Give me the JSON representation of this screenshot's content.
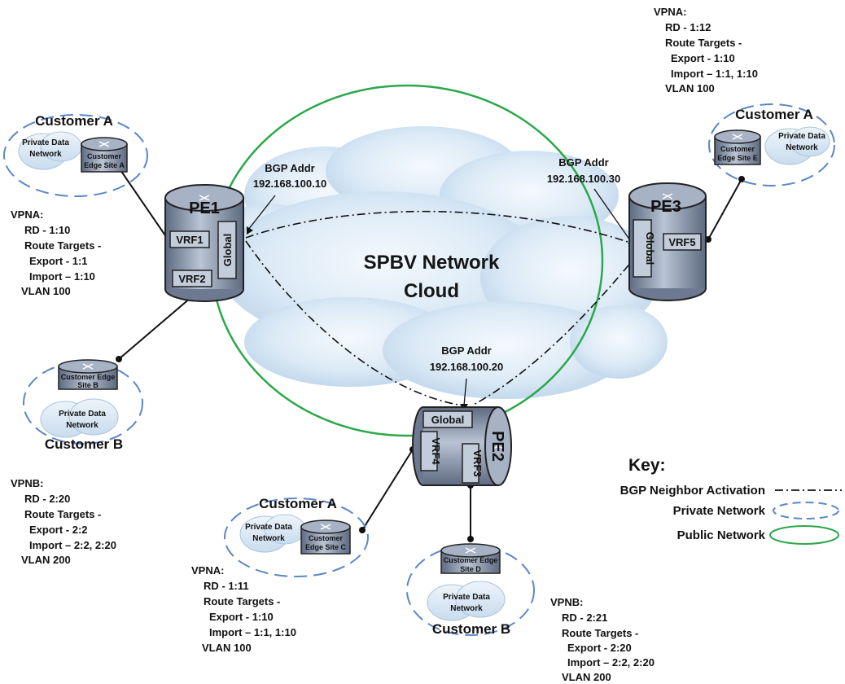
{
  "cloud": {
    "line1": "SPBV Network",
    "line2": "Cloud"
  },
  "pe1": {
    "name": "PE1",
    "vrf_a": "VRF1",
    "vrf_b": "VRF2",
    "global": "Global",
    "bgp_label": "BGP Addr",
    "bgp_addr": "192.168.100.10"
  },
  "pe2": {
    "name": "PE2",
    "vrf_a": "VRF4",
    "vrf_b": "VRF3",
    "global": "Global",
    "bgp_label": "BGP Addr",
    "bgp_addr": "192.168.100.20"
  },
  "pe3": {
    "name": "PE3",
    "vrf_a": "VRF5",
    "global": "Global",
    "bgp_label": "BGP Addr",
    "bgp_addr": "192.168.100.30"
  },
  "sites": {
    "a": {
      "customer": "Customer A",
      "network": [
        "Private Data",
        "Network"
      ],
      "edge": [
        "Customer",
        "Edge Site A"
      ]
    },
    "b": {
      "customer": "Customer B",
      "network": [
        "Private Data",
        "Network"
      ],
      "edge": [
        "Customer Edge",
        "Site B"
      ]
    },
    "c": {
      "customer": "Customer A",
      "network": [
        "Private Data",
        "Network"
      ],
      "edge": [
        "Customer",
        "Edge Site C"
      ]
    },
    "d": {
      "customer": "Customer B",
      "network": [
        "Private Data",
        "Network"
      ],
      "edge": [
        "Customer Edge",
        "Site D"
      ]
    },
    "e": {
      "customer": "Customer A",
      "network": [
        "Private Data",
        "Network"
      ],
      "edge": [
        "Customer",
        "Edge Site E"
      ]
    }
  },
  "vpn_blocks": {
    "site_a": {
      "name": "VPNA:",
      "rd": "RD - 1:10",
      "rt": "Route Targets -",
      "export": "Export - 1:1",
      "import": "Import – 1:10",
      "vlan": "VLAN 100"
    },
    "site_b": {
      "name": "VPNB:",
      "rd": "RD - 2:20",
      "rt": "Route Targets -",
      "export": "Export - 2:2",
      "import": "Import – 2:2, 2:20",
      "vlan": "VLAN 200"
    },
    "site_c": {
      "name": "VPNA:",
      "rd": "RD - 1:11",
      "rt": "Route Targets -",
      "export": "Export - 1:10",
      "import": "Import – 1:1, 1:10",
      "vlan": "VLAN 100"
    },
    "site_d": {
      "name": "VPNB:",
      "rd": "RD - 2:21",
      "rt": "Route Targets -",
      "export": "Export - 2:20",
      "import": "Import – 2:2, 2:20",
      "vlan": "VLAN 200"
    },
    "site_e": {
      "name": "VPNA:",
      "rd": "RD - 1:12",
      "rt": "Route Targets -",
      "export": "Export - 1:10",
      "import": "Import – 1:1, 1:10",
      "vlan": "VLAN 100"
    }
  },
  "key": {
    "title": "Key:",
    "bgp": "BGP Neighbor Activation",
    "private": "Private  Network",
    "public": "Public Network"
  },
  "colors": {
    "public": "#2aa84a",
    "private": "#5b86c7",
    "pe_fill": "#8593a8",
    "cloud": "#cfe2f2"
  }
}
